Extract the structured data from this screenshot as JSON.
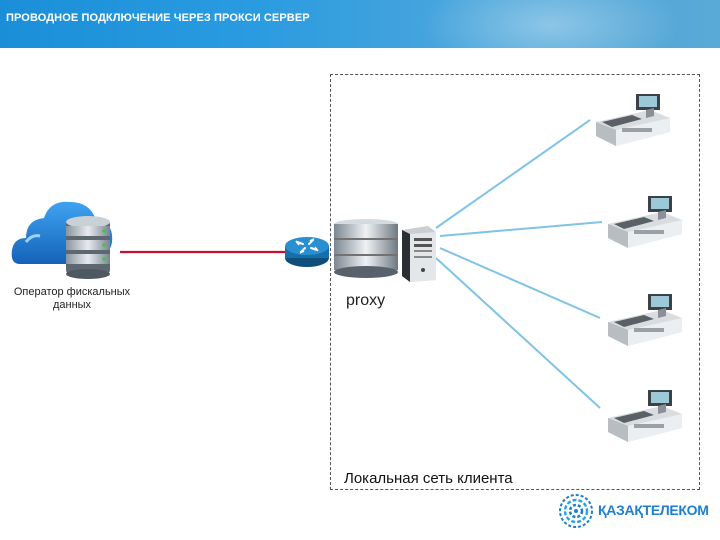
{
  "header": {
    "title": "ПРОВОДНОЕ ПОДКЛЮЧЕНИЕ ЧЕРЕЗ ПРОКСИ СЕРВЕР"
  },
  "nodes": {
    "operator": {
      "label": "Оператор фискальных данных",
      "icon": "cloud-database-icon"
    },
    "router": {
      "icon": "router-icon"
    },
    "proxy": {
      "label": "proxy",
      "icons": [
        "server-stack-icon",
        "pc-tower-icon"
      ]
    },
    "terminals": {
      "icon": "cash-register-icon",
      "count": 4
    }
  },
  "lan": {
    "label": "Локальная сеть клиента"
  },
  "logo": {
    "text": "ҚАЗАҚТЕЛЕКОМ"
  },
  "colors": {
    "header": "#1a8fd8",
    "wan_link": "#c8102e",
    "lan_links": "#7fc3e6",
    "accent": "#1f7fcf"
  }
}
